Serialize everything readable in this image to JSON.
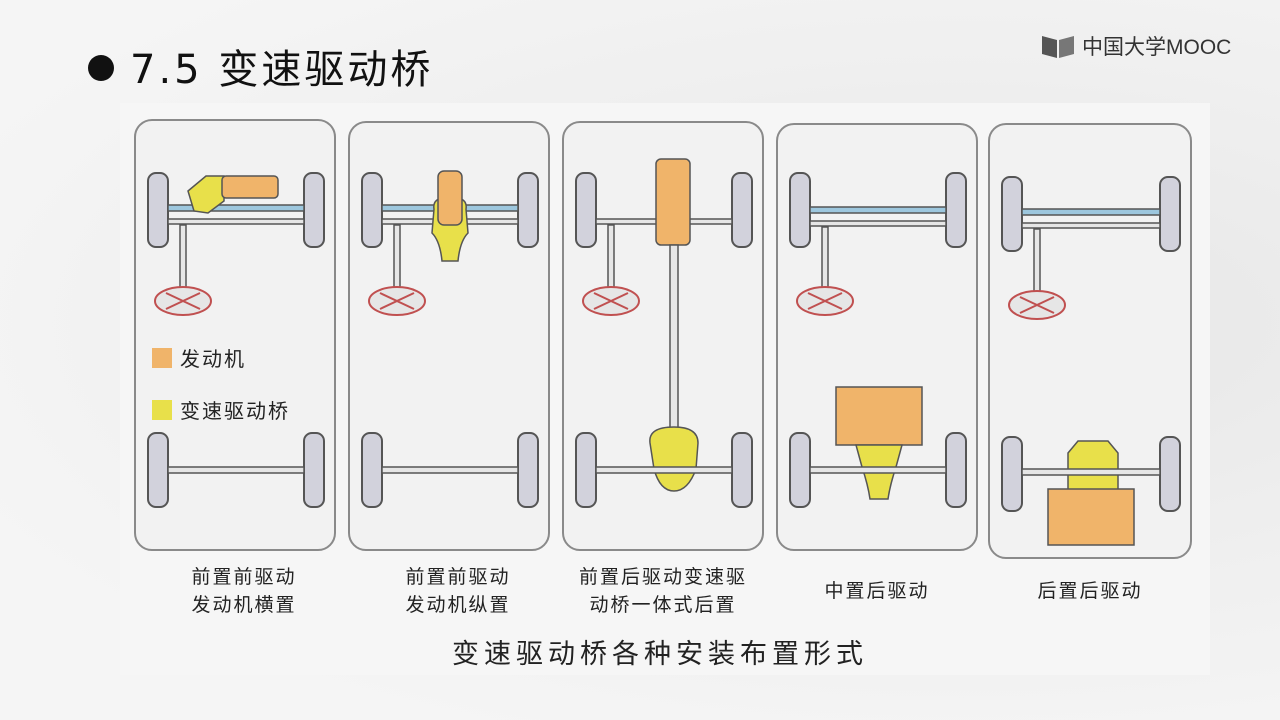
{
  "header": {
    "title": "7.5 变速驱动桥",
    "logo_text": "中国大学MOOC"
  },
  "legend": [
    {
      "label": "发动机",
      "color": "#f0b46a"
    },
    {
      "label": "变速驱动桥",
      "color": "#e8e04a"
    }
  ],
  "colors": {
    "engine": "#f0b46a",
    "transaxle": "#e8e04a",
    "panel_border": "#8a8a8a",
    "wheel": "#d2d2dc",
    "shaft": "#9dc7de",
    "steering_rim": "#c05050"
  },
  "panels": [
    {
      "caption_line1": "前置前驱动",
      "caption_line2": "发动机横置"
    },
    {
      "caption_line1": "前置前驱动",
      "caption_line2": "发动机纵置"
    },
    {
      "caption_line1": "前置后驱动变速驱",
      "caption_line2": "动桥一体式后置"
    },
    {
      "caption_line1": "中置后驱动",
      "caption_line2": ""
    },
    {
      "caption_line1": "后置后驱动",
      "caption_line2": ""
    }
  ],
  "figure_caption": "变速驱动桥各种安装布置形式"
}
